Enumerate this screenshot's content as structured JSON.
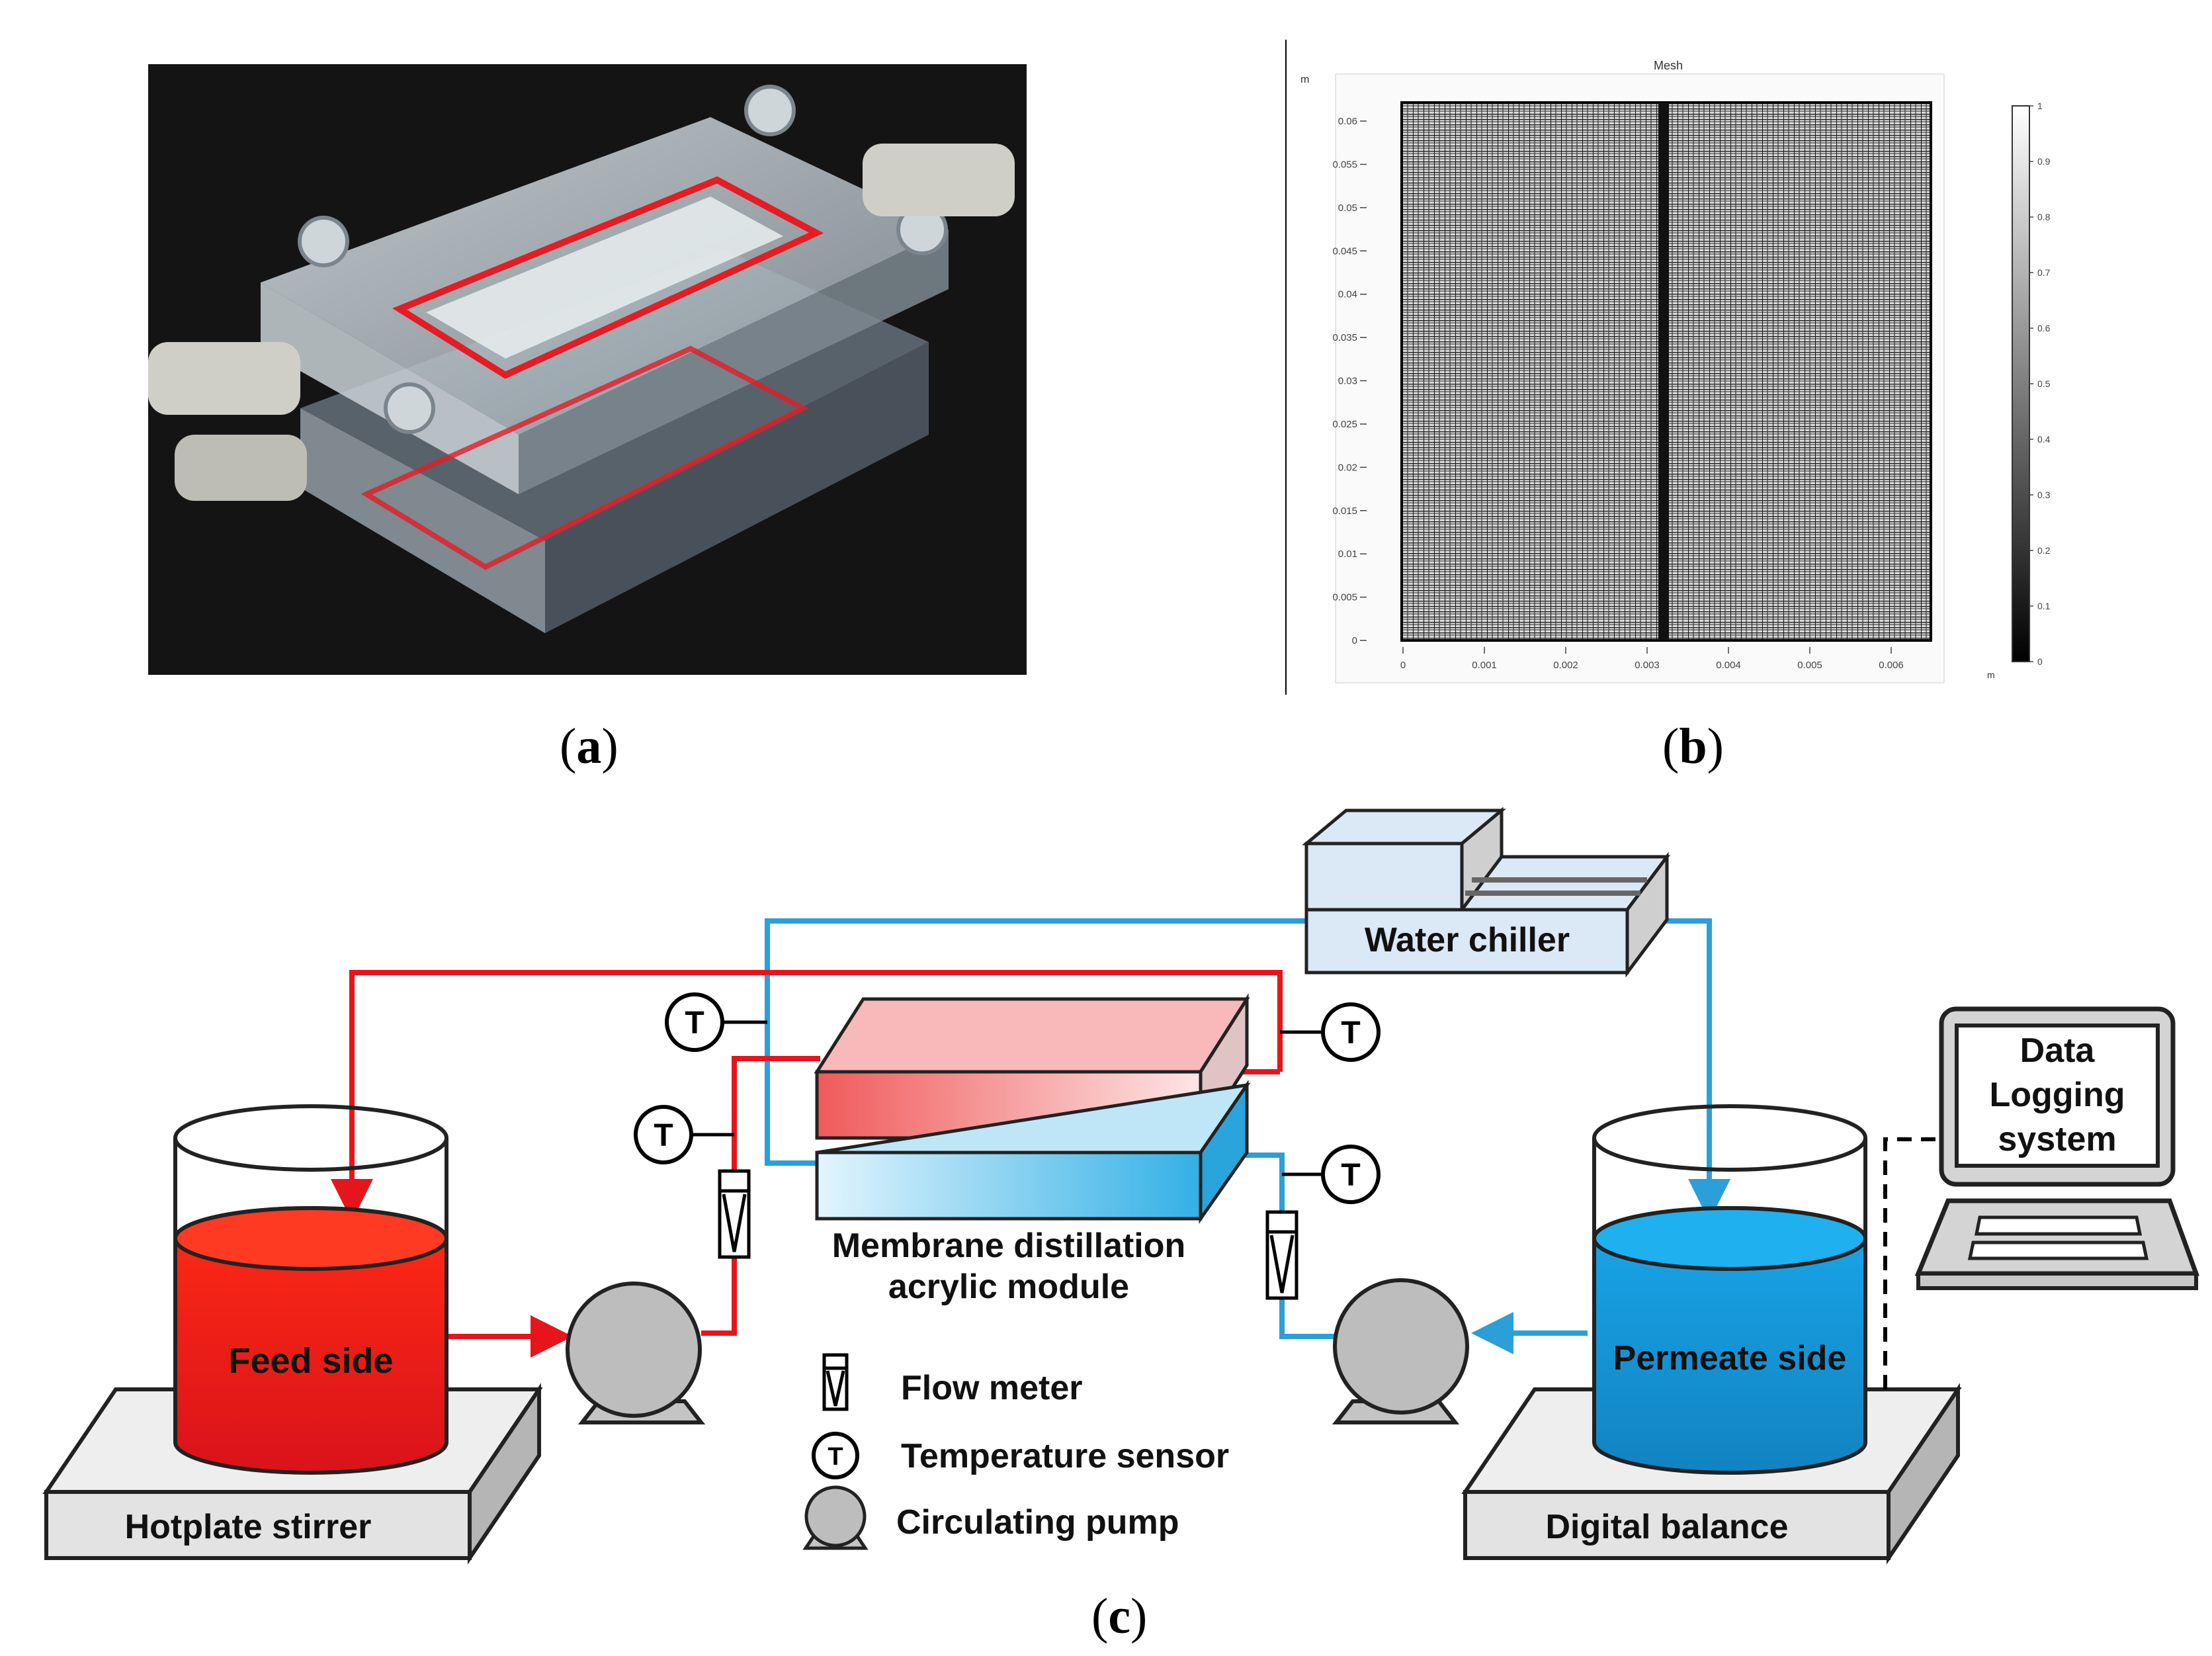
{
  "panels": {
    "a": "a",
    "b": "b",
    "c": "c"
  },
  "mesh_plot": {
    "title": "Mesh",
    "unit_y": "m",
    "unit_x": "m",
    "y_ticks": [
      "0.06",
      "0.055",
      "0.05",
      "0.045",
      "0.04",
      "0.035",
      "0.03",
      "0.025",
      "0.02",
      "0.015",
      "0.01",
      "0.005",
      "0"
    ],
    "x_ticks": [
      "0",
      "0.001",
      "0.002",
      "0.003",
      "0.004",
      "0.005",
      "0.006"
    ],
    "colorbar_ticks": [
      "1",
      "0.9",
      "0.8",
      "0.7",
      "0.6",
      "0.5",
      "0.4",
      "0.3",
      "0.2",
      "0.1",
      "0"
    ]
  },
  "schematic": {
    "water_chiller": "Water chiller",
    "data_logging": [
      "Data",
      "Logging",
      "system"
    ],
    "feed_side": "Feed side",
    "permeate_side": "Permeate side",
    "hotplate": "Hotplate stirrer",
    "balance": "Digital balance",
    "module_label": [
      "Membrane distillation",
      "acrylic module"
    ],
    "sensor_symbol": "T",
    "legend": {
      "flow_meter": "Flow meter",
      "temperature_sensor": "Temperature sensor",
      "circulating_pump": "Circulating pump"
    },
    "colors": {
      "hot": "#e8141c",
      "cold": "#2b9fd8",
      "feed_liquid": "#ff2a14",
      "permeate_liquid": "#1a9ee0"
    }
  }
}
